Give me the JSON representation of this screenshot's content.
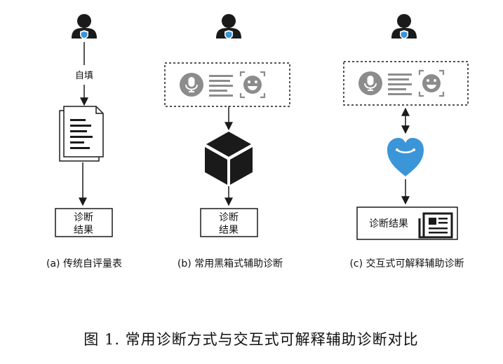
{
  "panels": [
    {
      "input_label": "自填",
      "result_lines": [
        "诊断",
        "结果"
      ],
      "caption": "(a) 传统自评量表"
    },
    {
      "result_lines": [
        "诊断",
        "结果"
      ],
      "caption": "(b) 常用黑箱式辅助诊断"
    },
    {
      "result_label": "诊断结果",
      "caption": "(c) 交互式可解释辅助诊断"
    }
  ],
  "figure_caption": "图 1. 常用诊断方式与交互式可解释辅助诊断对比",
  "colors": {
    "icon_dark": "#1a1a1a",
    "icon_grey": "#8c8c8c",
    "accent_blue": "#3b95d9"
  }
}
